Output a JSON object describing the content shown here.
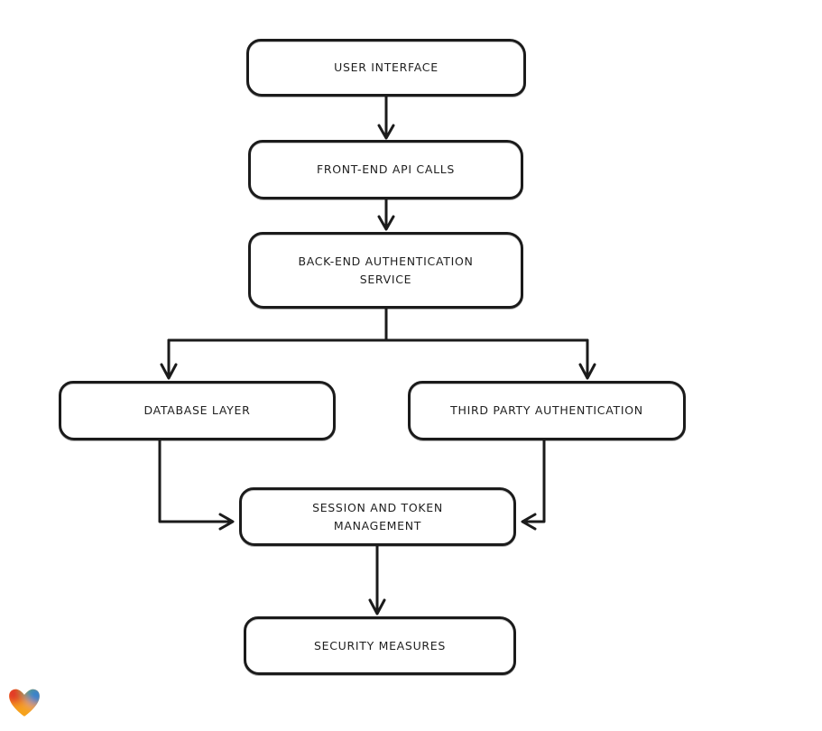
{
  "diagram": {
    "type": "flowchart",
    "background": "#ffffff",
    "stroke_color": "#1b1b1b",
    "node_fill": "#ffffff",
    "nodes": [
      {
        "id": "user-interface",
        "label": "USER INTERFACE"
      },
      {
        "id": "front-end-api-calls",
        "label": "FRONT-END API CALLS"
      },
      {
        "id": "back-end-auth-service",
        "label": "BACK-END AUTHENTICATION\nSERVICE"
      },
      {
        "id": "database-layer",
        "label": "DATABASE LAYER"
      },
      {
        "id": "third-party-auth",
        "label": "THIRD PARTY AUTHENTICATION"
      },
      {
        "id": "session-token-management",
        "label": "SESSION AND TOKEN\nMANAGEMENT"
      },
      {
        "id": "security-measures",
        "label": "SECURITY MEASURES"
      }
    ],
    "edges": [
      {
        "from": "user-interface",
        "to": "front-end-api-calls"
      },
      {
        "from": "front-end-api-calls",
        "to": "back-end-auth-service"
      },
      {
        "from": "back-end-auth-service",
        "to": "database-layer"
      },
      {
        "from": "back-end-auth-service",
        "to": "third-party-auth"
      },
      {
        "from": "database-layer",
        "to": "session-token-management"
      },
      {
        "from": "third-party-auth",
        "to": "session-token-management"
      },
      {
        "from": "session-token-management",
        "to": "security-measures"
      }
    ],
    "logo": {
      "name": "heart-logo",
      "colors": [
        "#e33226",
        "#3fae49",
        "#2f80d4",
        "#f6a21d"
      ]
    }
  }
}
